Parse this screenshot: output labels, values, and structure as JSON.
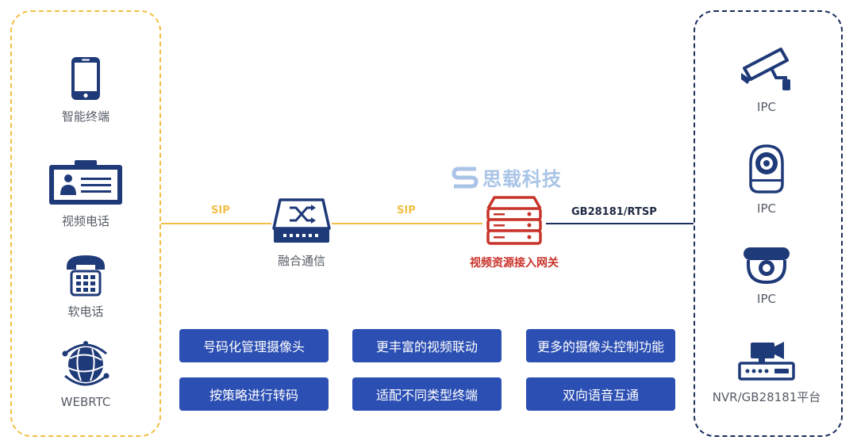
{
  "left_group": {
    "devices": [
      {
        "label": "智能终端",
        "icon": "smartphone-icon"
      },
      {
        "label": "视频电话",
        "icon": "video-phone-icon"
      },
      {
        "label": "软电话",
        "icon": "desk-phone-icon"
      },
      {
        "label": "WEBRTC",
        "icon": "globe-network-icon"
      }
    ]
  },
  "right_group": {
    "devices": [
      {
        "label": "IPC",
        "icon": "bullet-camera-icon"
      },
      {
        "label": "IPC",
        "icon": "pt-camera-icon"
      },
      {
        "label": "IPC",
        "icon": "dome-camera-icon"
      },
      {
        "label": "NVR/GB28181平台",
        "icon": "nvr-recorder-icon"
      }
    ]
  },
  "center": {
    "switch_label": "融合通信",
    "gateway_label": "视频资源接入网关",
    "link_left": "SIP",
    "link_mid": "SIP",
    "link_right": "GB28181/RTSP"
  },
  "watermark": "思载科技",
  "features": [
    "号码化管理摄像头",
    "更丰富的视频联动",
    "更多的摄像头控制功能",
    "按策略进行转码",
    "适配不同类型终端",
    "双向语音互通"
  ],
  "colors": {
    "left_border": "#f2bf44",
    "right_border": "#1a2f5e",
    "icon_navy": "#1f3a78",
    "gateway_red": "#c8332a",
    "feature_blue": "#2c4fb3"
  }
}
